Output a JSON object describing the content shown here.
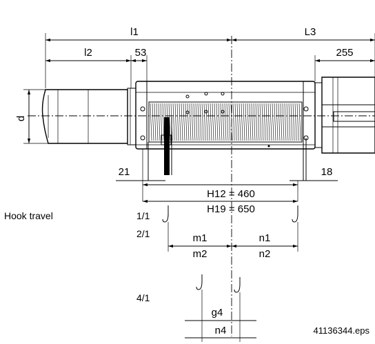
{
  "dimensions": {
    "l1": "l1",
    "L3": "L3",
    "l2": "l2",
    "d53": "53",
    "d255": "255",
    "d": "d",
    "d21": "21",
    "d18": "18",
    "h12": "H12 = 460",
    "h19": "H19 = 650",
    "m1": "m1",
    "n1": "n1",
    "m2": "m2",
    "n2": "n2",
    "g4": "g4",
    "n4": "n4"
  },
  "hook_travel": {
    "label": "Hook travel",
    "ratio_1": "1/1",
    "ratio_2": "2/1",
    "ratio_4": "4/1"
  },
  "file_name": "41136344.eps"
}
